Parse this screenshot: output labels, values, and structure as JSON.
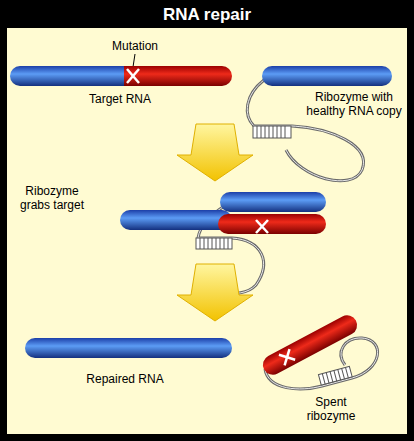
{
  "diagram": {
    "title": "RNA repair",
    "labels": [
      "Mutation",
      "Target RNA",
      "Ribozyme with healthy RNA copy",
      "Ribozyme grabs target",
      "Repaired RNA",
      "Spent ribozyme"
    ]
  }
}
